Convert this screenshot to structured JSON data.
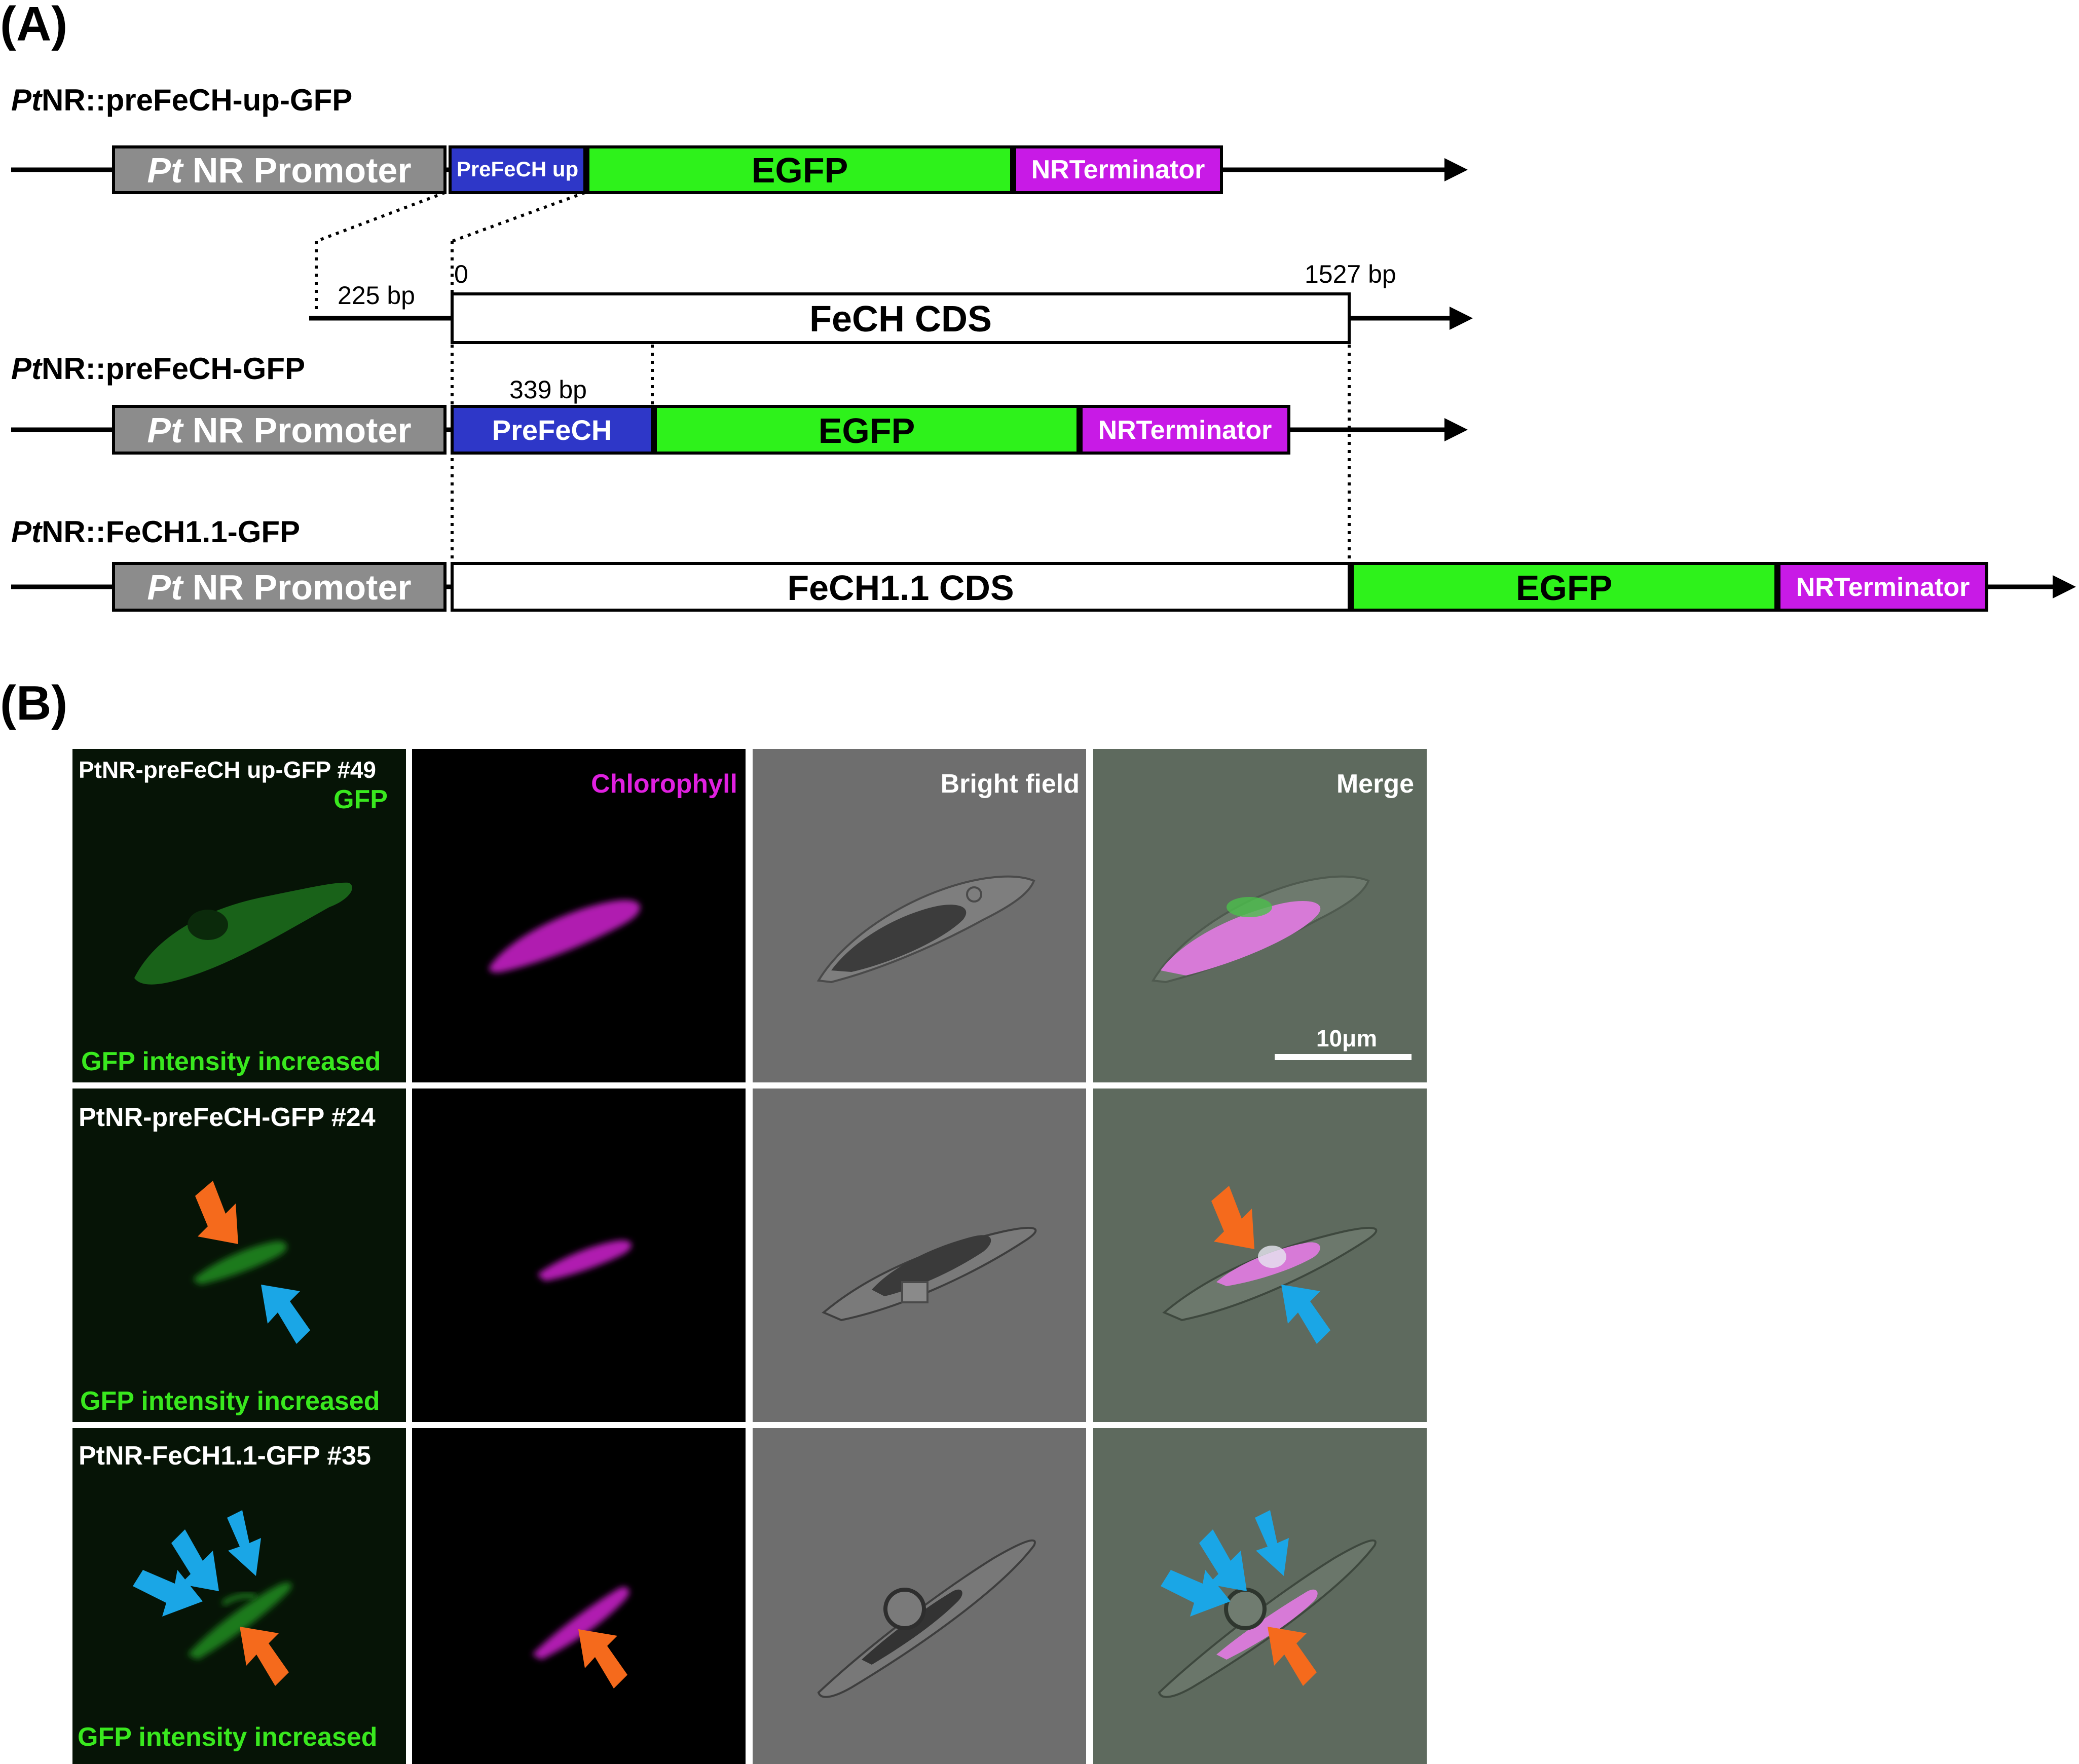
{
  "panel_a": {
    "label": "(A)",
    "constructs": [
      {
        "title_italic": "Pt",
        "title_rest": "NR::preFeCH-up-GFP",
        "promoter_italic": "Pt",
        "promoter_rest": "NR Promoter",
        "segment1": "PreFeCH up",
        "segment2": "EGFP",
        "segment3": "NRTerminator"
      },
      {
        "title_italic": "Pt",
        "title_rest": "NR::preFeCH-GFP",
        "promoter_italic": "Pt",
        "promoter_rest": "NR Promoter",
        "segment1": "PreFeCH",
        "segment2": "EGFP",
        "segment3": "NRTerminator"
      },
      {
        "title_italic": "Pt",
        "title_rest": "NR::FeCH1.1-GFP",
        "promoter_italic": "Pt",
        "promoter_rest": "NR Promoter",
        "segment1": "FeCH1.1 CDS",
        "segment2": "EGFP",
        "segment3": "NRTerminator"
      }
    ],
    "cds": {
      "label": "FeCH CDS",
      "upstream_label": "225 bp",
      "start_label": "0",
      "end_label": "1527 bp",
      "prefech_length_label": "339 bp"
    },
    "colors": {
      "promoter": "#8c8c8c",
      "prefech": "#2e37c8",
      "egfp": "#2ef21b",
      "terminator": "#c81ae6",
      "cds": "#ffffff"
    }
  },
  "panel_b": {
    "label": "(B)",
    "column_labels": {
      "gfp": "GFP",
      "chlorophyll": "Chlorophyll",
      "bright_field": "Bright field",
      "merge": "Merge"
    },
    "rows": [
      {
        "line_name": "PtNR-preFeCH up-GFP #49",
        "note": "GFP intensity increased"
      },
      {
        "line_name": "PtNR-preFeCH-GFP #24",
        "note": "GFP intensity increased"
      },
      {
        "line_name": "PtNR-FeCH1.1-GFP #35",
        "note": "GFP intensity increased"
      }
    ],
    "scale_bar": "10μm",
    "colors": {
      "gfp_text": "#39e81e",
      "chlorophyll_text": "#e020e0",
      "orange_arrow": "#f56a1c",
      "blue_arrow": "#1aa6e6"
    }
  }
}
